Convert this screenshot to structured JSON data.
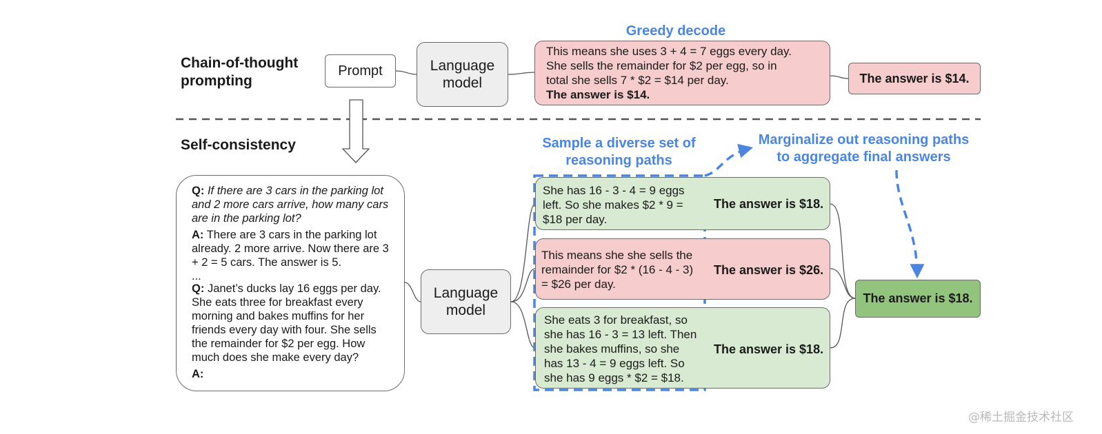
{
  "sections": {
    "cot_title": [
      "Chain-of-thought",
      "prompting"
    ],
    "sc_title": "Self-consistency"
  },
  "cot": {
    "prompt_label": "Prompt",
    "lm_label": [
      "Language",
      "model"
    ],
    "greedy_label": "Greedy decode",
    "greedy_text": [
      "This means she uses 3 + 4 = 7 eggs every day.",
      "She sells the remainder for $2 per egg, so in",
      "total she sells 7 * $2 = $14 per day."
    ],
    "greedy_bold": "The answer is $14.",
    "answer": "The answer is $14."
  },
  "sc": {
    "prompt": {
      "q1_label": "Q:",
      "q1_text": "If there are 3 cars in the parking lot and 2 more cars arrive, how many cars are in the parking lot?",
      "a1_label": "A:",
      "a1_text": "There are 3 cars in the parking lot already. 2 more arrive. Now there are 3 + 2 = 5 cars. The answer is 5.",
      "ellipsis": "...",
      "q2_label": "Q:",
      "q2_text": "Janet’s ducks lay 16 eggs per day. She eats three for breakfast every morning and bakes muffins for her friends every day with four. She sells the remainder for $2 per egg. How much does she make every day?",
      "a2_label": "A:"
    },
    "lm_label": [
      "Language",
      "model"
    ],
    "sample_label": [
      "Sample a diverse set of",
      "reasoning paths"
    ],
    "marginalize_label": [
      "Marginalize out reasoning paths",
      "to aggregate final answers"
    ],
    "paths": [
      {
        "lines": [
          "She has 16 - 3 - 4 = 9 eggs",
          "left. So she makes $2 * 9 =",
          "$18 per day."
        ],
        "answer": "The answer is $18.",
        "color": "#d9ead3"
      },
      {
        "lines": [
          "This means she she sells the",
          "remainder for $2 * (16 - 4 - 3)",
          "= $26 per day."
        ],
        "answer": "The answer is $26.",
        "color": "#f6cccc"
      },
      {
        "lines": [
          "She eats 3 for breakfast, so",
          "she has 16 - 3 = 13 left. Then",
          "she bakes muffins, so she",
          "has 13 - 4 = 9 eggs left. So",
          "she has 9 eggs * $2 = $18."
        ],
        "answer": "The answer is $18.",
        "color": "#d9ead3"
      }
    ],
    "final_answer": "The answer is $18."
  },
  "watermark": "@稀土掘金技术社区",
  "colors": {
    "accent_blue": "#4a86e0",
    "pink": "#f6cccc",
    "light_green": "#d9ead3",
    "dark_green": "#93c47d"
  }
}
